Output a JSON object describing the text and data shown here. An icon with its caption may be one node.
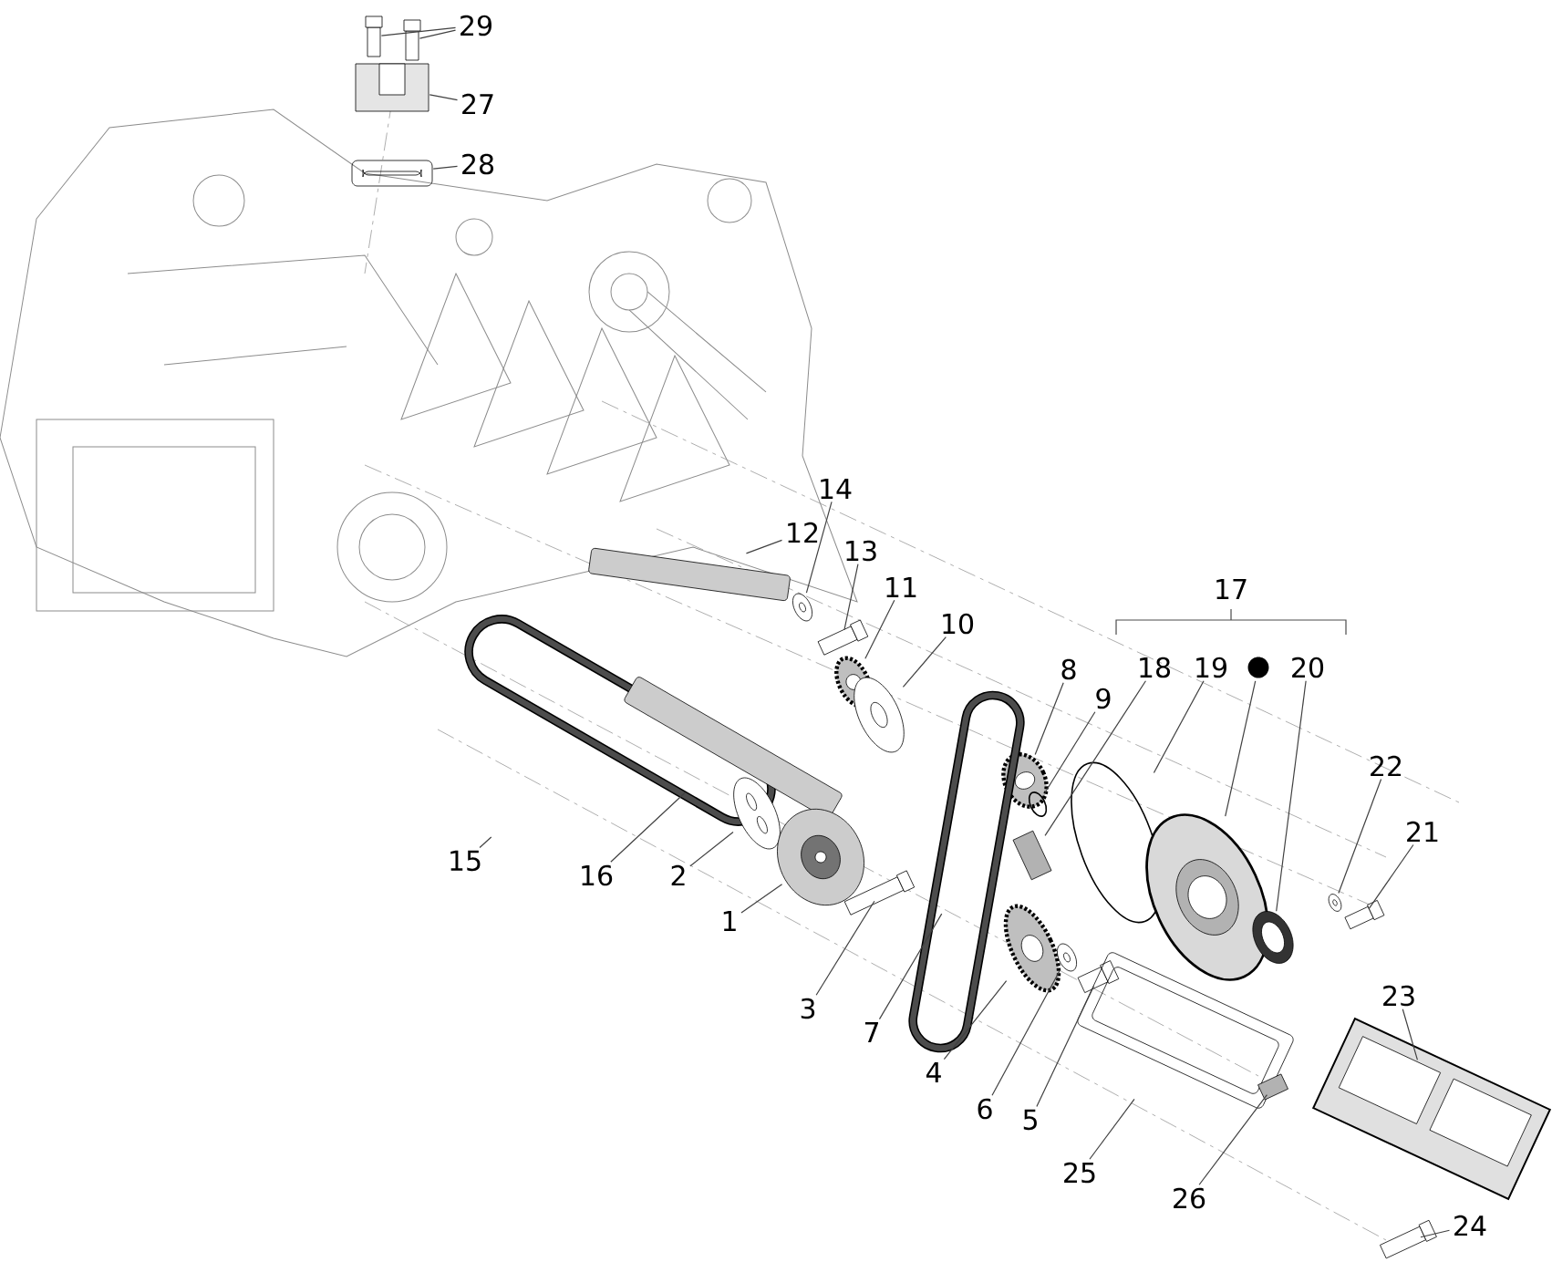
{
  "diagram": {
    "nodes": [
      {
        "text": [
          "29"
        ]
      },
      {
        "text": [],
        "shape": "bolt"
      },
      {
        "text": [],
        "shape": "bolt"
      },
      {
        "text": [
          "27"
        ]
      },
      {
        "text": [],
        "shape": "tensioner"
      },
      {
        "text": [
          "28"
        ]
      },
      {
        "text": [],
        "shape": "gasket"
      },
      {
        "text": [
          "12"
        ]
      },
      {
        "text": [],
        "shape": "guide"
      },
      {
        "text": [
          "14"
        ]
      },
      {
        "text": [],
        "shape": "washer"
      },
      {
        "text": [
          "13"
        ]
      },
      {
        "text": [],
        "shape": "bolt"
      },
      {
        "text": [
          "11"
        ]
      },
      {
        "text": [],
        "shape": "gear"
      },
      {
        "text": [
          "10"
        ]
      },
      {
        "text": [],
        "shape": "washer"
      },
      {
        "text": [
          "8"
        ]
      },
      {
        "text": [],
        "shape": "gear"
      },
      {
        "text": [
          "9"
        ]
      },
      {
        "text": [],
        "shape": "ring"
      },
      {
        "text": [
          "18"
        ]
      },
      {
        "text": [],
        "shape": "block"
      },
      {
        "text": [
          "19"
        ]
      },
      {
        "text": [],
        "shape": "ring"
      },
      {
        "text": [
          "●"
        ]
      },
      {
        "text": [],
        "shape": "cover"
      },
      {
        "text": [
          "20"
        ]
      },
      {
        "text": [],
        "shape": "seal"
      },
      {
        "text": [
          "22"
        ]
      },
      {
        "text": [],
        "shape": "washer"
      },
      {
        "text": [
          "21"
        ]
      },
      {
        "text": [],
        "shape": "bolt"
      },
      {
        "text": [
          "15"
        ]
      },
      {
        "text": [],
        "shape": "chain"
      },
      {
        "text": [
          "16"
        ]
      },
      {
        "text": [],
        "shape": "guide"
      },
      {
        "text": [
          "2"
        ]
      },
      {
        "text": [],
        "shape": "plate"
      },
      {
        "text": [
          "1"
        ]
      },
      {
        "text": [],
        "shape": "pump"
      },
      {
        "text": [
          "3"
        ]
      },
      {
        "text": [],
        "shape": "bolt"
      },
      {
        "text": [
          "7"
        ]
      },
      {
        "text": [],
        "shape": "chain"
      },
      {
        "text": [
          "4"
        ]
      },
      {
        "text": [],
        "shape": "gear"
      },
      {
        "text": [
          "6"
        ]
      },
      {
        "text": [],
        "shape": "washer"
      },
      {
        "text": [
          "5"
        ]
      },
      {
        "text": [],
        "shape": "bolt"
      },
      {
        "text": [
          "25"
        ]
      },
      {
        "text": [],
        "shape": "gasket"
      },
      {
        "text": [
          "26"
        ]
      },
      {
        "text": [],
        "shape": "pin"
      },
      {
        "text": [
          "23"
        ]
      },
      {
        "text": [],
        "shape": "pan"
      },
      {
        "text": [
          "24"
        ]
      },
      {
        "text": [],
        "shape": "bolt"
      }
    ],
    "edges": [
      {
        "from": 0,
        "to": 1,
        "arrow": "none"
      },
      {
        "from": 0,
        "to": 2,
        "arrow": "none"
      },
      {
        "from": 3,
        "to": 4,
        "arrow": "none"
      },
      {
        "from": 5,
        "to": 6,
        "arrow": "none"
      },
      {
        "from": 7,
        "to": 8,
        "arrow": "none"
      },
      {
        "from": 9,
        "to": 10,
        "arrow": "none"
      },
      {
        "from": 11,
        "to": 12,
        "arrow": "none"
      },
      {
        "from": 13,
        "to": 14,
        "arrow": "none"
      },
      {
        "from": 15,
        "to": 16,
        "arrow": "none"
      },
      {
        "from": 17,
        "to": 18,
        "arrow": "none"
      },
      {
        "from": 19,
        "to": 20,
        "arrow": "none"
      },
      {
        "from": 21,
        "to": 22,
        "arrow": "none"
      },
      {
        "from": 23,
        "to": 24,
        "arrow": "none"
      },
      {
        "from": 25,
        "to": 26,
        "arrow": "none"
      },
      {
        "from": 27,
        "to": 28,
        "arrow": "none"
      },
      {
        "from": 29,
        "to": 30,
        "arrow": "none"
      },
      {
        "from": 31,
        "to": 32,
        "arrow": "none"
      },
      {
        "from": 33,
        "to": 34,
        "arrow": "none"
      },
      {
        "from": 35,
        "to": 36,
        "arrow": "none"
      },
      {
        "from": 37,
        "to": 38,
        "arrow": "none"
      },
      {
        "from": 39,
        "to": 40,
        "arrow": "none"
      },
      {
        "from": 41,
        "to": 42,
        "arrow": "none"
      },
      {
        "from": 43,
        "to": 44,
        "arrow": "none"
      },
      {
        "from": 45,
        "to": 46,
        "arrow": "none"
      },
      {
        "from": 47,
        "to": 48,
        "arrow": "none"
      },
      {
        "from": 49,
        "to": 50,
        "arrow": "none"
      },
      {
        "from": 51,
        "to": 52,
        "arrow": "none"
      },
      {
        "from": 53,
        "to": 54,
        "arrow": "none"
      },
      {
        "from": 55,
        "to": 56,
        "arrow": "none"
      },
      {
        "from": 57,
        "to": 58,
        "arrow": "none"
      }
    ],
    "labels": [
      "17"
    ]
  }
}
